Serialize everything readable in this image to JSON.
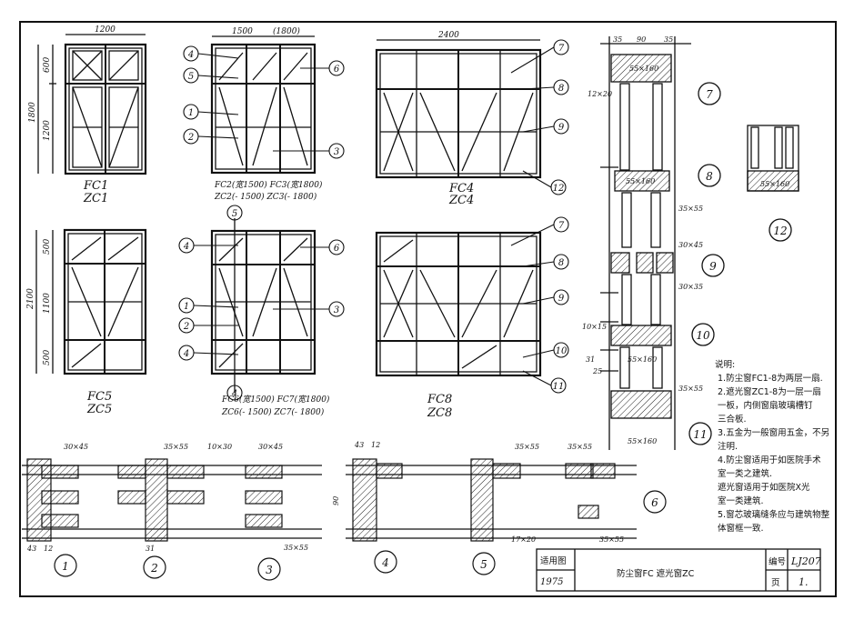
{
  "windows": {
    "fc1": {
      "width_dim": "1200",
      "height_top": "600",
      "height_mid": "1200",
      "height_total": "1800",
      "name": "FC1",
      "code": "ZC1"
    },
    "fc2": {
      "width_dim": "1500",
      "width_alt": "(1800)",
      "name_line1": "FC2(宽1500) FC3(宽1800)",
      "name_line2": "ZC2(- 1500) ZC3(- 1800)"
    },
    "fc4": {
      "width_dim": "2400",
      "name": "FC4",
      "code": "ZC4"
    },
    "fc5": {
      "height_top": "500",
      "height_mid": "1100",
      "height_bot": "500",
      "height_total": "2100",
      "name": "FC5",
      "code": "ZC5"
    },
    "fc6": {
      "name_line1": "FC6(宽1500) FC7(宽1800)",
      "name_line2": "ZC6(- 1500) ZC7(- 1800)"
    },
    "fc8": {
      "name": "FC8",
      "code": "ZC8"
    }
  },
  "callouts": {
    "n1": "1",
    "n2": "2",
    "n3": "3",
    "n4": "4",
    "n5": "5",
    "n6": "6",
    "n7": "7",
    "n8": "8",
    "n9": "9",
    "n10": "10",
    "n11": "11",
    "n12": "12"
  },
  "section_dims": {
    "top_widths": [
      "35",
      "90",
      "35"
    ],
    "d12x20": "12×20",
    "d55x160": "55×160",
    "d35x55": "35×55",
    "d30x45": "30×45",
    "d30x35": "30×35",
    "d10x15": "10×15",
    "d25": "25",
    "d31": "31",
    "d10x30": "10×30",
    "d43": "43",
    "d12": "12",
    "d17x20": "17×20",
    "d90": "90",
    "d35": "35"
  },
  "notes": {
    "title": "说明:",
    "lines": [
      "1.防尘窗FC1-8为两层一扇.",
      "2.遮光窗ZC1-8为一层一扇",
      "  一板，内侧窗扇玻璃槽钉",
      "  三合板.",
      "3.五金为一般窗用五金，不另",
      "  注明.",
      "4.防尘窗适用于如医院手术",
      "  室一类之建筑.",
      "  遮光窗适用于如医院X光",
      "  室一类建筑.",
      "5.窗芯玻璃缝条应与建筑物整",
      "  体窗框一致."
    ]
  },
  "title_block": {
    "applies_label": "适用图",
    "year": "1975",
    "title": "防尘窗FC 遮光窗ZC",
    "number_label": "编号",
    "number": "LJ207",
    "page_label": "页",
    "page": "1."
  }
}
